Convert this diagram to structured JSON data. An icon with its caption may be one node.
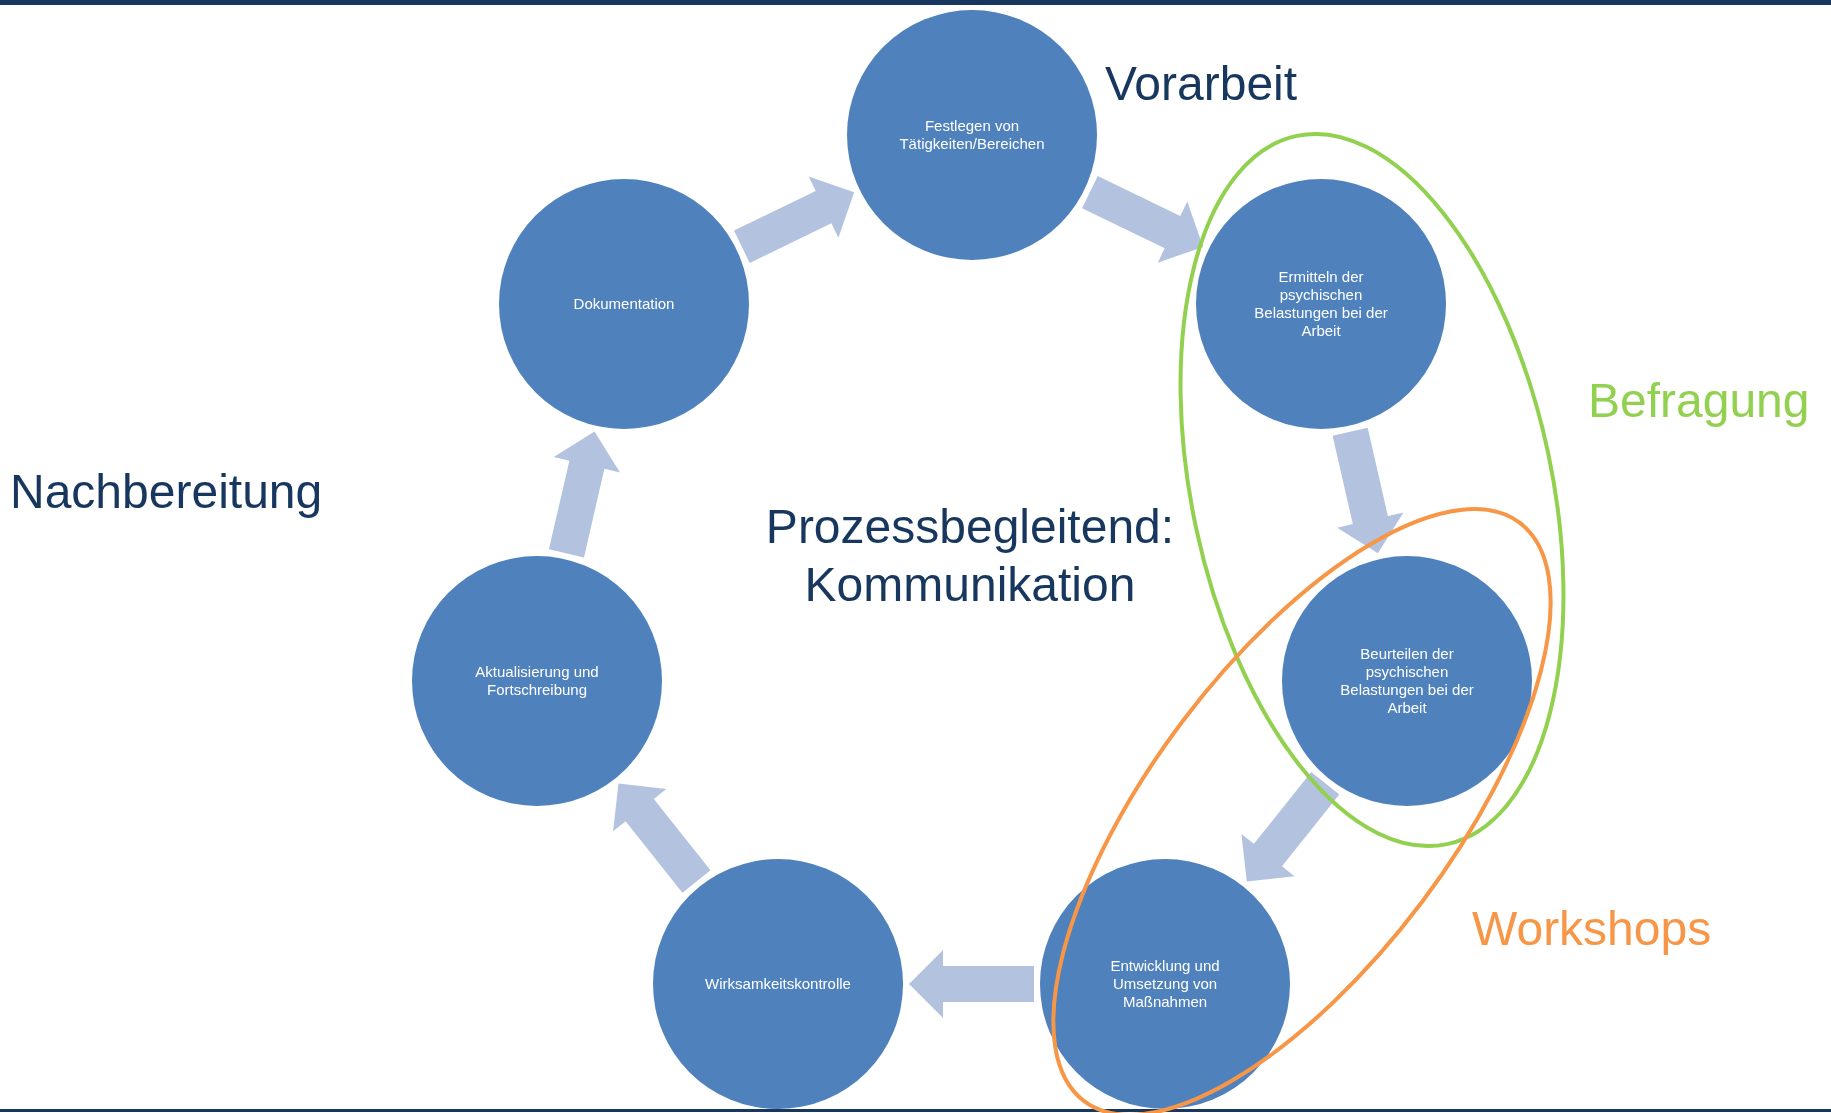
{
  "diagram": {
    "nodes": [
      {
        "text": [
          "Festlegen von Tätigkeiten/Bereichen"
        ]
      },
      {
        "text": [
          "Ermitteln der psychischen Belastungen bei der Arbeit"
        ]
      },
      {
        "text": [
          "Beurteilen der psychischen Belastungen bei der Arbeit"
        ]
      },
      {
        "text": [
          "Entwicklung und Umsetzung von Maßnahmen"
        ]
      },
      {
        "text": [
          "Wirksamkeitskontrolle"
        ]
      },
      {
        "text": [
          "Aktualisierung und Fortschreibung"
        ]
      },
      {
        "text": [
          "Dokumentation"
        ]
      }
    ],
    "edges": [
      {
        "from": 0,
        "to": 1,
        "arrow": "to"
      },
      {
        "from": 1,
        "to": 2,
        "arrow": "to"
      },
      {
        "from": 2,
        "to": 3,
        "arrow": "to"
      },
      {
        "from": 3,
        "to": 4,
        "arrow": "to"
      },
      {
        "from": 4,
        "to": 5,
        "arrow": "to"
      },
      {
        "from": 5,
        "to": 6,
        "arrow": "to"
      },
      {
        "from": 6,
        "to": 0,
        "arrow": "to"
      }
    ],
    "labels": [
      "Vorarbeit",
      "Befragung",
      "Nachbereitung",
      "Prozessbegleitend: Kommunikation",
      "Workshops"
    ]
  }
}
